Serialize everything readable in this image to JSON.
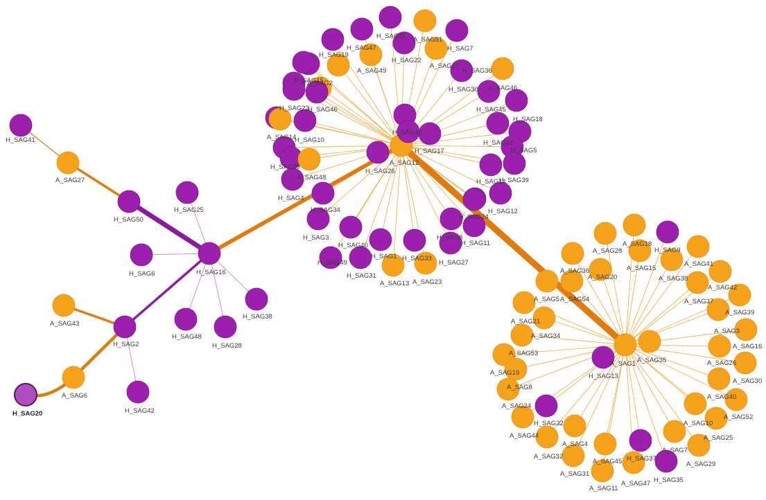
{
  "colors": {
    "A": "#f7a21b",
    "H": "#9c1fae",
    "edge_A": "#e07b0e",
    "edge_H": "#8b1a9c",
    "stroke_A": "#e89014",
    "stroke_H": "#7a1a8c"
  },
  "nodes": [
    {
      "id": "H_SAG41",
      "kind": "H",
      "label": "H_SAG41"
    },
    {
      "id": "A_SAG27",
      "kind": "A",
      "label": "A_SAG27"
    },
    {
      "id": "H_SAG50",
      "kind": "H",
      "label": "H_SAG50"
    },
    {
      "id": "H_SAG25",
      "kind": "H",
      "label": "H_SAG25"
    },
    {
      "id": "H_SAG16",
      "kind": "H",
      "label": "H_SAG16"
    },
    {
      "id": "H_SAG6",
      "kind": "H",
      "label": "H_SAG6"
    },
    {
      "id": "H_SAG38",
      "kind": "H",
      "label": "H_SAG38"
    },
    {
      "id": "H_SAG48",
      "kind": "H",
      "label": "H_SAG48"
    },
    {
      "id": "H_SAG28",
      "kind": "H",
      "label": "H_SAG28"
    },
    {
      "id": "A_SAG43",
      "kind": "A",
      "label": "A_SAG43"
    },
    {
      "id": "H_SAG2",
      "kind": "H",
      "label": "H_SAG2"
    },
    {
      "id": "A_SAG6",
      "kind": "A",
      "label": "A_SAG6"
    },
    {
      "id": "H_SAG20",
      "kind": "H",
      "label": "H_SAG20",
      "highlight": true
    },
    {
      "id": "H_SAG42",
      "kind": "H",
      "label": "H_SAG42"
    },
    {
      "id": "A_SAG12",
      "kind": "A",
      "label": "A_SAG12"
    },
    {
      "id": "H_SAG21",
      "kind": "H",
      "label": "H_SAG21"
    },
    {
      "id": "c1_p1",
      "kind": "H",
      "label": ""
    },
    {
      "id": "A_SAG51",
      "kind": "A",
      "label": "A_SAG51"
    },
    {
      "id": "H_SAG47",
      "kind": "H",
      "label": "H_SAG47"
    },
    {
      "id": "H_SAG7",
      "kind": "H",
      "label": "H_SAG7"
    },
    {
      "id": "H_SAG19",
      "kind": "H",
      "label": "H_SAG19"
    },
    {
      "id": "c1_o1",
      "kind": "A",
      "label": ""
    },
    {
      "id": "H_SAG22",
      "kind": "H",
      "label": "H_SAG22"
    },
    {
      "id": "A_SAG17",
      "kind": "A",
      "label": "A_SAG17"
    },
    {
      "id": "A_SAG49",
      "kind": "A",
      "label": "A_SAG49"
    },
    {
      "id": "A_SAG2",
      "kind": "A",
      "label": "A_SAG2"
    },
    {
      "id": "c1_p2",
      "kind": "H",
      "label": ""
    },
    {
      "id": "H_SAG36",
      "kind": "H",
      "label": "H_SAG36"
    },
    {
      "id": "A_SAG46",
      "kind": "A",
      "label": "A_SAG46"
    },
    {
      "id": "H_SAG15",
      "kind": "H",
      "label": "H_SAG15"
    },
    {
      "id": "H_SAG30",
      "kind": "H",
      "label": "H_SAG30"
    },
    {
      "id": "c1_p3",
      "kind": "H",
      "label": ""
    },
    {
      "id": "H_SAG46",
      "kind": "H",
      "label": "H_SAG46"
    },
    {
      "id": "H_SAG45",
      "kind": "H",
      "label": "H_SAG45"
    },
    {
      "id": "H_SAG23",
      "kind": "H",
      "label": "H_SAG23"
    },
    {
      "id": "H_SAG18",
      "kind": "H",
      "label": "H_SAG18"
    },
    {
      "id": "A_SAG14",
      "kind": "A",
      "label": "A_SAG14"
    },
    {
      "id": "c1_p4",
      "kind": "H",
      "label": ""
    },
    {
      "id": "H_SAG44",
      "kind": "H",
      "label": "H_SAG44"
    },
    {
      "id": "H_SAG17",
      "kind": "H",
      "label": "H_SAG17"
    },
    {
      "id": "H_SAG43",
      "kind": "H",
      "label": "H_SAG43"
    },
    {
      "id": "H_SAG10",
      "kind": "H",
      "label": "H_SAG10"
    },
    {
      "id": "H_SAG5",
      "kind": "H",
      "label": "H_SAG5"
    },
    {
      "id": "c1_p5",
      "kind": "H",
      "label": ""
    },
    {
      "id": "H_SAG29",
      "kind": "H",
      "label": "H_SAG29"
    },
    {
      "id": "A_SAG48",
      "kind": "A",
      "label": "A_SAG48"
    },
    {
      "id": "H_SAG26",
      "kind": "H",
      "label": "H_SAG26"
    },
    {
      "id": "H_SAG39",
      "kind": "H",
      "label": "H_SAG39"
    },
    {
      "id": "H_SAG14",
      "kind": "H",
      "label": "H_SAG14"
    },
    {
      "id": "H_SAG4",
      "kind": "H",
      "label": "H_SAG4"
    },
    {
      "id": "H_SAG34",
      "kind": "H",
      "label": "H_SAG34"
    },
    {
      "id": "H_SAG12",
      "kind": "H",
      "label": "H_SAG12"
    },
    {
      "id": "c1_p6",
      "kind": "H",
      "label": ""
    },
    {
      "id": "H_SAG24",
      "kind": "H",
      "label": "H_SAG24"
    },
    {
      "id": "H_SAG3",
      "kind": "H",
      "label": "H_SAG3"
    },
    {
      "id": "H_SAG8",
      "kind": "H",
      "label": "H_SAG8"
    },
    {
      "id": "H_SAG11",
      "kind": "H",
      "label": "H_SAG11"
    },
    {
      "id": "H_SAG40",
      "kind": "H",
      "label": "H_SAG40"
    },
    {
      "id": "H_SAG1",
      "kind": "H",
      "label": "H_SAG1"
    },
    {
      "id": "H_SAG33",
      "kind": "H",
      "label": "H_SAG33"
    },
    {
      "id": "H_SAG27",
      "kind": "H",
      "label": "H_SAG27"
    },
    {
      "id": "H_SAG49",
      "kind": "H",
      "label": "H_SAG49"
    },
    {
      "id": "H_SAG31",
      "kind": "H",
      "label": "H_SAG31"
    },
    {
      "id": "A_SAG13",
      "kind": "A",
      "label": "A_SAG13"
    },
    {
      "id": "A_SAG23",
      "kind": "A",
      "label": "A_SAG23"
    },
    {
      "id": "A_SAG1",
      "kind": "A",
      "label": "A_SAG1"
    },
    {
      "id": "A_SAG28",
      "kind": "A",
      "label": "A_SAG28"
    },
    {
      "id": "A_SAG18",
      "kind": "A",
      "label": "A_SAG18"
    },
    {
      "id": "H_SAG9",
      "kind": "H",
      "label": "H_SAG9"
    },
    {
      "id": "A_SAG15",
      "kind": "A",
      "label": "A_SAG15"
    },
    {
      "id": "A_SAG41",
      "kind": "A",
      "label": "A_SAG41"
    },
    {
      "id": "A_SAG36",
      "kind": "A",
      "label": "A_SAG36"
    },
    {
      "id": "A_SAG20",
      "kind": "A",
      "label": "A_SAG20"
    },
    {
      "id": "A_SAG38",
      "kind": "A",
      "label": "A_SAG38"
    },
    {
      "id": "A_SAG42",
      "kind": "A",
      "label": "A_SAG42"
    },
    {
      "id": "A_SAG5",
      "kind": "A",
      "label": "A_SAG5"
    },
    {
      "id": "A_SAG54",
      "kind": "A",
      "label": "A_SAG54"
    },
    {
      "id": "A_SAG37",
      "kind": "A",
      "label": "A_SAG37"
    },
    {
      "id": "A_SAG39",
      "kind": "A",
      "label": "A_SAG39"
    },
    {
      "id": "A_SAG21",
      "kind": "A",
      "label": "A_SAG21"
    },
    {
      "id": "A_SAG34",
      "kind": "A",
      "label": "A_SAG34"
    },
    {
      "id": "A_SAG3",
      "kind": "A",
      "label": "A_SAG3"
    },
    {
      "id": "A_SAG16",
      "kind": "A",
      "label": "A_SAG16"
    },
    {
      "id": "A_SAG35",
      "kind": "A",
      "label": "A_SAG35"
    },
    {
      "id": "A_SAG53",
      "kind": "A",
      "label": "A_SAG53"
    },
    {
      "id": "H_SAG13",
      "kind": "H",
      "label": "H_SAG13"
    },
    {
      "id": "A_SAG26",
      "kind": "A",
      "label": "A_SAG26"
    },
    {
      "id": "A_SAG19",
      "kind": "A",
      "label": "A_SAG19"
    },
    {
      "id": "A_SAG30",
      "kind": "A",
      "label": "A_SAG30"
    },
    {
      "id": "A_SAG8",
      "kind": "A",
      "label": "A_SAG8"
    },
    {
      "id": "A_SAG40",
      "kind": "A",
      "label": "A_SAG40"
    },
    {
      "id": "A_SAG24",
      "kind": "A",
      "label": "A_SAG24"
    },
    {
      "id": "A_SAG52",
      "kind": "A",
      "label": "A_SAG52"
    },
    {
      "id": "H_SAG32",
      "kind": "H",
      "label": "H_SAG32"
    },
    {
      "id": "A_SAG10",
      "kind": "A",
      "label": "A_SAG10"
    },
    {
      "id": "A_SAG44",
      "kind": "A",
      "label": "A_SAG44"
    },
    {
      "id": "A_SAG25",
      "kind": "A",
      "label": "A_SAG25"
    },
    {
      "id": "A_SAG4",
      "kind": "A",
      "label": "A_SAG4"
    },
    {
      "id": "A_SAG7",
      "kind": "A",
      "label": "A_SAG7"
    },
    {
      "id": "A_SAG32",
      "kind": "A",
      "label": "A_SAG32"
    },
    {
      "id": "A_SAG45",
      "kind": "A",
      "label": "A_SAG45"
    },
    {
      "id": "H_SAG37",
      "kind": "H",
      "label": "H_SAG37"
    },
    {
      "id": "A_SAG29",
      "kind": "A",
      "label": "A_SAG29"
    },
    {
      "id": "A_SAG31",
      "kind": "A",
      "label": "A_SAG31"
    },
    {
      "id": "A_SAG47",
      "kind": "A",
      "label": "A_SAG47"
    },
    {
      "id": "H_SAG35",
      "kind": "H",
      "label": "H_SAG35"
    },
    {
      "id": "A_SAG11",
      "kind": "A",
      "label": "A_SAG11"
    }
  ],
  "edges": [
    {
      "from": "H_SAG41",
      "to": "A_SAG27",
      "kind": "A",
      "weight": 1
    },
    {
      "from": "A_SAG27",
      "to": "H_SAG50",
      "kind": "A",
      "weight": 3
    },
    {
      "from": "H_SAG50",
      "to": "H_SAG16",
      "kind": "H",
      "weight": 6
    },
    {
      "from": "H_SAG25",
      "to": "H_SAG16",
      "kind": "H",
      "weight": 1
    },
    {
      "from": "H_SAG6",
      "to": "H_SAG16",
      "kind": "H",
      "weight": 1
    },
    {
      "from": "H_SAG38",
      "to": "H_SAG16",
      "kind": "H",
      "weight": 1
    },
    {
      "from": "H_SAG48",
      "to": "H_SAG16",
      "kind": "H",
      "weight": 1
    },
    {
      "from": "H_SAG28",
      "to": "H_SAG16",
      "kind": "H",
      "weight": 1
    },
    {
      "from": "H_SAG2",
      "to": "H_SAG16",
      "kind": "H",
      "weight": 3
    },
    {
      "from": "A_SAG43",
      "to": "H_SAG2",
      "kind": "A",
      "weight": 3
    },
    {
      "from": "H_SAG2",
      "to": "A_SAG6",
      "kind": "A",
      "weight": 4
    },
    {
      "from": "H_SAG2",
      "to": "H_SAG42",
      "kind": "H",
      "weight": 1
    },
    {
      "from": "A_SAG6",
      "to": "H_SAG20",
      "kind": "A",
      "weight": 4
    },
    {
      "from": "H_SAG16",
      "to": "A_SAG12",
      "kind": "A",
      "weight": 5
    },
    {
      "from": "A_SAG12",
      "to": "A_SAG1",
      "kind": "A",
      "weight": 8
    }
  ],
  "star_hubs": [
    {
      "hub": "A_SAG12",
      "spokes": [
        "H_SAG21",
        "c1_p1",
        "A_SAG51",
        "H_SAG47",
        "H_SAG7",
        "H_SAG19",
        "c1_o1",
        "H_SAG22",
        "A_SAG17",
        "A_SAG49",
        "A_SAG2",
        "c1_p2",
        "H_SAG36",
        "A_SAG46",
        "H_SAG15",
        "H_SAG30",
        "c1_p3",
        "H_SAG46",
        "H_SAG45",
        "H_SAG23",
        "H_SAG18",
        "A_SAG14",
        "c1_p4",
        "H_SAG44",
        "H_SAG17",
        "H_SAG43",
        "H_SAG10",
        "H_SAG5",
        "c1_p5",
        "H_SAG29",
        "A_SAG48",
        "H_SAG26",
        "H_SAG39",
        "H_SAG14",
        "H_SAG4",
        "H_SAG34",
        "H_SAG12",
        "c1_p6",
        "H_SAG24",
        "H_SAG3",
        "H_SAG8",
        "H_SAG11",
        "H_SAG40",
        "H_SAG1",
        "H_SAG33",
        "H_SAG27",
        "H_SAG49",
        "H_SAG31",
        "A_SAG13",
        "A_SAG23"
      ]
    },
    {
      "hub": "A_SAG1",
      "spokes": [
        "A_SAG28",
        "A_SAG18",
        "H_SAG9",
        "A_SAG15",
        "A_SAG41",
        "A_SAG36",
        "A_SAG20",
        "A_SAG38",
        "A_SAG42",
        "A_SAG5",
        "A_SAG54",
        "A_SAG37",
        "A_SAG39",
        "A_SAG21",
        "A_SAG34",
        "A_SAG3",
        "A_SAG16",
        "A_SAG35",
        "A_SAG53",
        "H_SAG13",
        "A_SAG26",
        "A_SAG19",
        "A_SAG30",
        "A_SAG8",
        "A_SAG40",
        "A_SAG24",
        "A_SAG52",
        "H_SAG32",
        "A_SAG10",
        "A_SAG44",
        "A_SAG25",
        "A_SAG4",
        "A_SAG7",
        "A_SAG32",
        "A_SAG45",
        "H_SAG37",
        "A_SAG29",
        "A_SAG31",
        "A_SAG47",
        "H_SAG35",
        "A_SAG11"
      ]
    }
  ]
}
